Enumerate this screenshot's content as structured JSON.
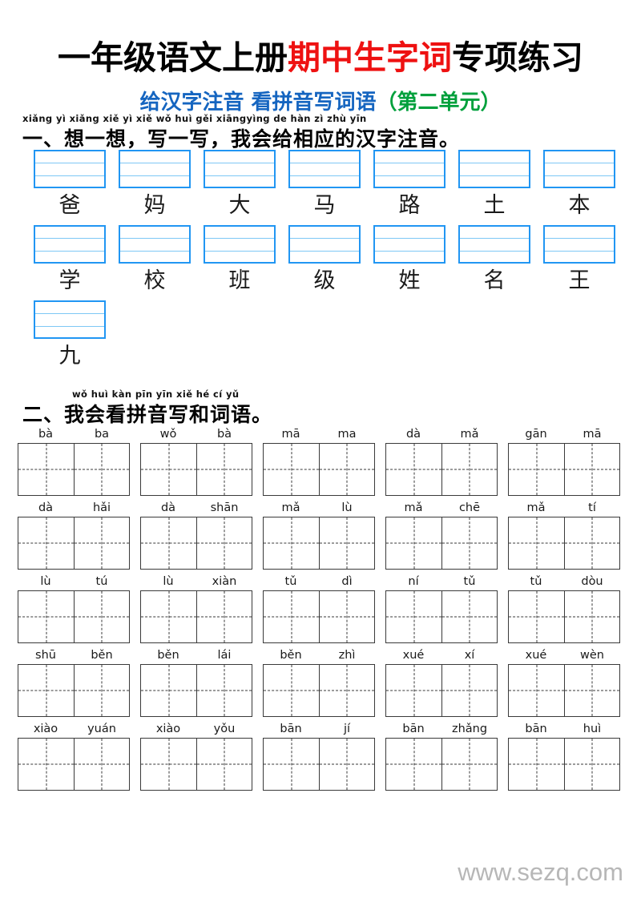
{
  "title": {
    "part1": "一年级语文上册",
    "highlight": "期中生字词",
    "part2": "专项练习",
    "highlight_color": "#ee1111"
  },
  "subtitle": {
    "main": "给汉字注音 看拼音写词语",
    "paren_open": "（",
    "unit": "第二单元",
    "paren_close": "）",
    "main_color": "#1565c0",
    "unit_color": "#00a03c"
  },
  "section1": {
    "pinyin_header": "xiǎng yì xiǎng      xiě yì xiě      wǒ huì gěi xiāngyìng de hàn zì zhù yīn",
    "header": "一、想一想，写一写，我会给相应的汉字注音。",
    "rows": [
      [
        "爸",
        "妈",
        "大",
        "马",
        "路",
        "土",
        "本"
      ],
      [
        "学",
        "校",
        "班",
        "级",
        "姓",
        "名",
        "王"
      ],
      [
        "九"
      ]
    ]
  },
  "section2": {
    "pinyin_header": "wǒ huì kàn pīn yīn xiě hé cí  yǔ",
    "header": "二、我会看拼音写和词语。",
    "rows": [
      [
        [
          "bà",
          "ba"
        ],
        [
          "wǒ",
          "bà"
        ],
        [
          "mā",
          "ma"
        ],
        [
          "dà",
          "mǎ"
        ],
        [
          "gān",
          "mā"
        ]
      ],
      [
        [
          "dà",
          "hǎi"
        ],
        [
          "dà",
          "shān"
        ],
        [
          "mǎ",
          "lù"
        ],
        [
          "mǎ",
          "chē"
        ],
        [
          "mǎ",
          "tí"
        ]
      ],
      [
        [
          "lù",
          "tú"
        ],
        [
          "lù",
          "xiàn"
        ],
        [
          "tǔ",
          "dì"
        ],
        [
          "ní",
          "tǔ"
        ],
        [
          "tǔ",
          "dòu"
        ]
      ],
      [
        [
          "shū",
          "běn"
        ],
        [
          "běn",
          "lái"
        ],
        [
          "běn",
          "zhì"
        ],
        [
          "xué",
          "xí"
        ],
        [
          "xué",
          "wèn"
        ]
      ],
      [
        [
          "xiào",
          "yuán"
        ],
        [
          "xiào",
          "yǒu"
        ],
        [
          "bān",
          "jí"
        ],
        [
          "bān",
          "zhǎng"
        ],
        [
          "bān",
          "huì"
        ]
      ]
    ]
  },
  "watermark": {
    "text": "www.sezq.com"
  }
}
